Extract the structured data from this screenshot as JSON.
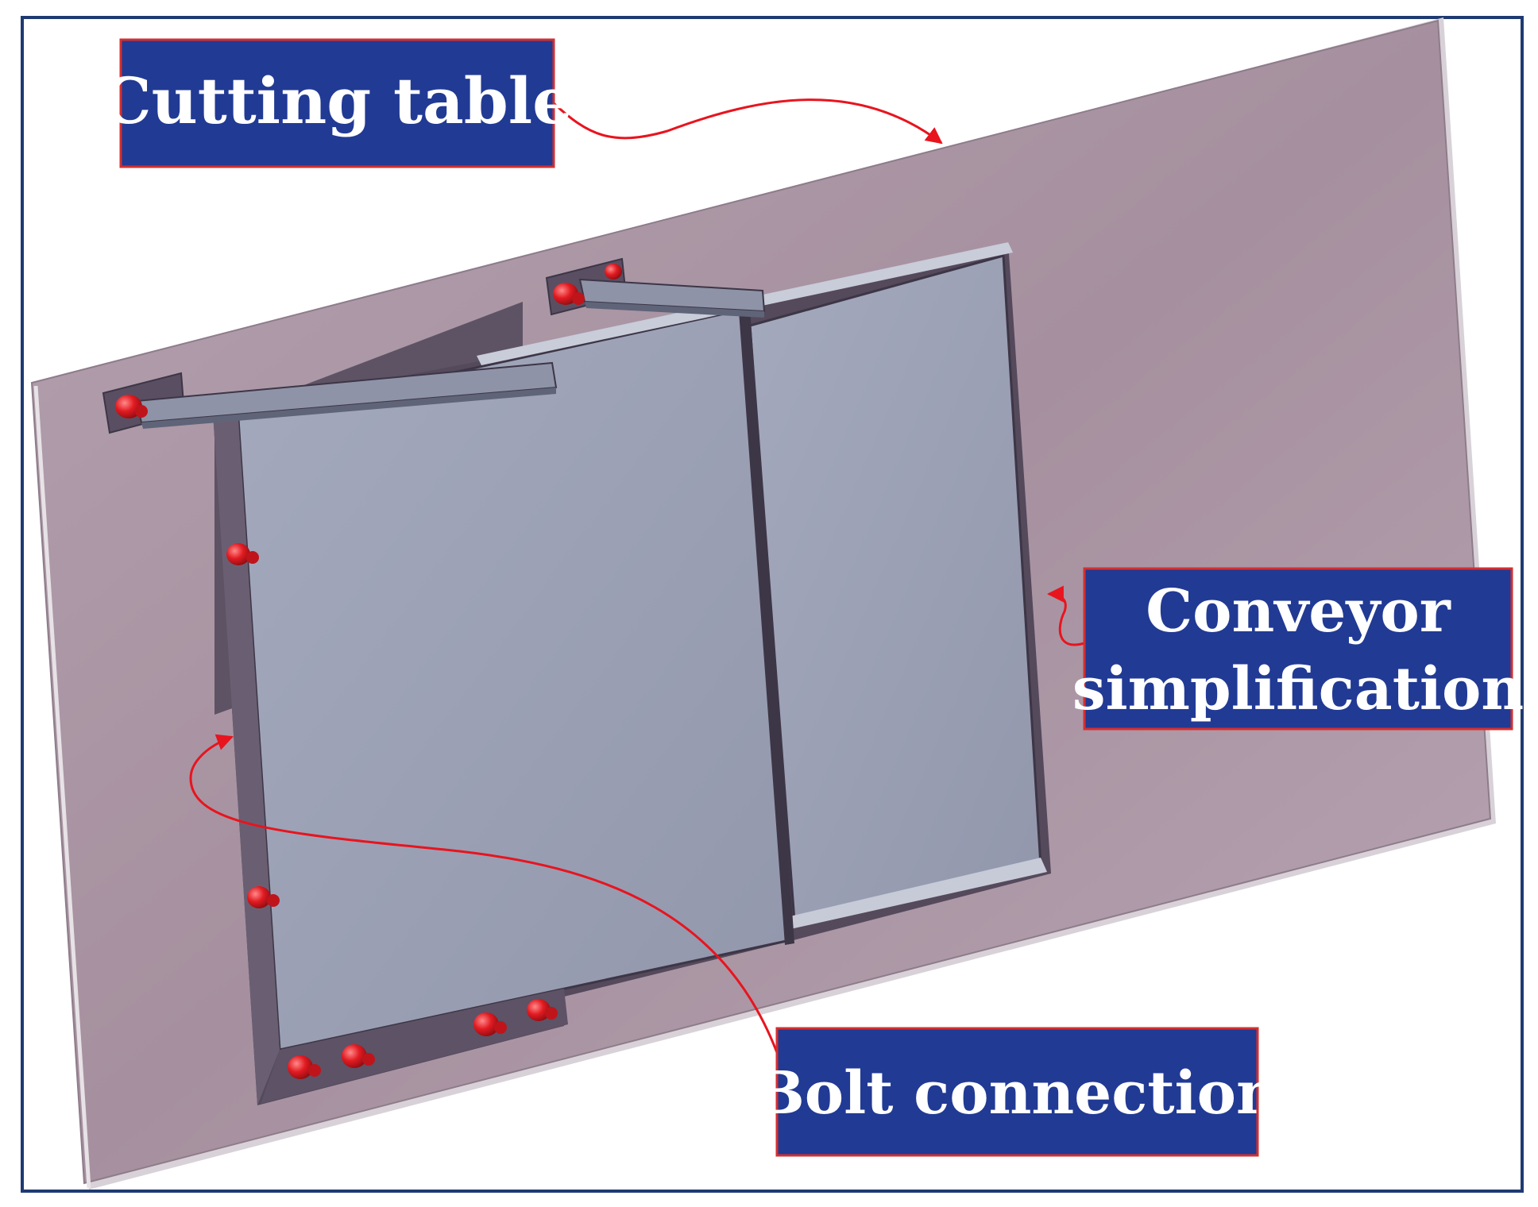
{
  "labels": {
    "cutting_table": "Cutting table",
    "conveyor_line1": "Conveyor",
    "conveyor_line2": "simplification",
    "bolt_connection": "Bolt connection"
  },
  "colors": {
    "frame_border": "#1f3a72",
    "label_fill": "#213a94",
    "label_border": "#d32f2f",
    "arrow": "#e8141e",
    "plate": "#ab97a6",
    "conveyor_panel": "#9a9fb4",
    "bracket": "#5f5566",
    "bolt": "#e8141e"
  }
}
